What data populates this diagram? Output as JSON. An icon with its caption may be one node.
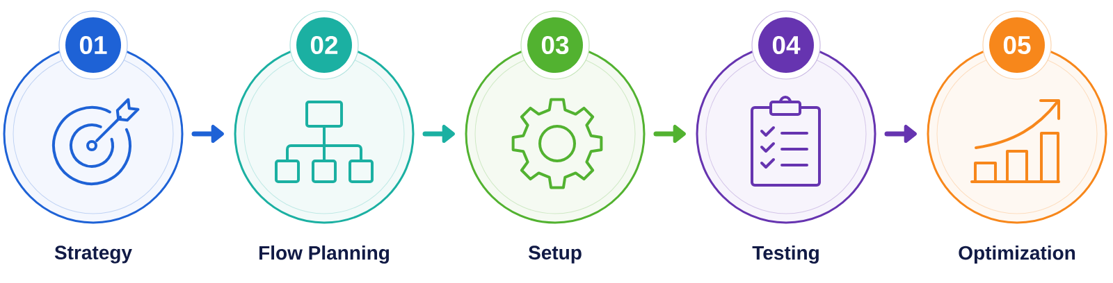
{
  "diagram": {
    "nodes": [
      {
        "text": [
          "01",
          "Strategy"
        ]
      },
      {
        "text": [
          "02",
          "Flow Planning"
        ]
      },
      {
        "text": [
          "03",
          "Setup"
        ]
      },
      {
        "text": [
          "04",
          "Testing"
        ]
      },
      {
        "text": [
          "05",
          "Optimization"
        ]
      }
    ],
    "edges": [
      {
        "from": 0,
        "to": 1,
        "arrow": "to",
        "color": "#1e62d6"
      },
      {
        "from": 1,
        "to": 2,
        "arrow": "to",
        "color": "#1bb0a2"
      },
      {
        "from": 2,
        "to": 3,
        "arrow": "to",
        "color": "#52b230"
      },
      {
        "from": 3,
        "to": 4,
        "arrow": "to",
        "color": "#6634b0"
      }
    ]
  }
}
